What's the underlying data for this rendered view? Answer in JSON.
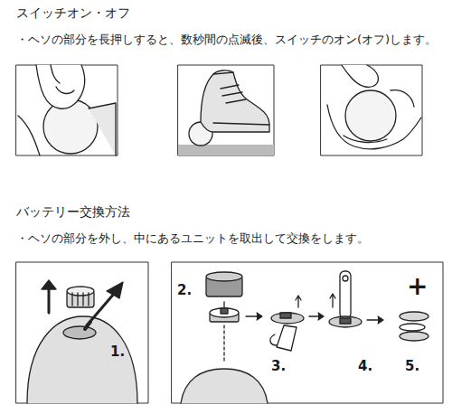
{
  "diagram": {
    "labels": [
      "スイッチオン・オフ",
      "・ヘソの部分を長押しすると、数秒間の点滅後、スイッチのオン(オフ)します。",
      "バッテリー交換方法",
      "・ヘソの部分を外し、中にあるユニットを取出して交換をします。",
      "1.",
      "2.",
      "3.",
      "4.",
      "5.",
      "+"
    ]
  }
}
